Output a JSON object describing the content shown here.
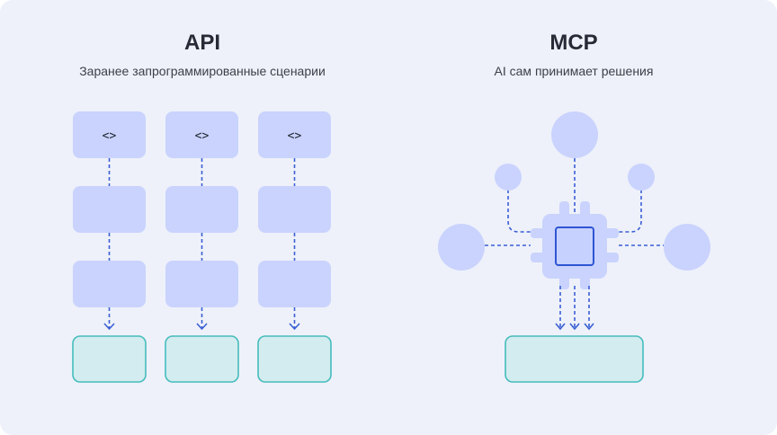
{
  "api": {
    "title": "API",
    "subtitle": "Заранее запрограммированные сценарии",
    "code_glyph": "<>"
  },
  "mcp": {
    "title": "MCP",
    "subtitle": "AI сам принимает решения"
  },
  "colors": {
    "background": "#eef1fa",
    "block_fill": "#c9d3fd",
    "output_fill": "#d3ecef",
    "output_stroke": "#45bcbc",
    "connector": "#3a5fd4",
    "chip_core_fill": "#c6d2fd",
    "chip_core_stroke": "#2f55d4"
  },
  "icons": [
    "code-icon",
    "chip-icon"
  ]
}
